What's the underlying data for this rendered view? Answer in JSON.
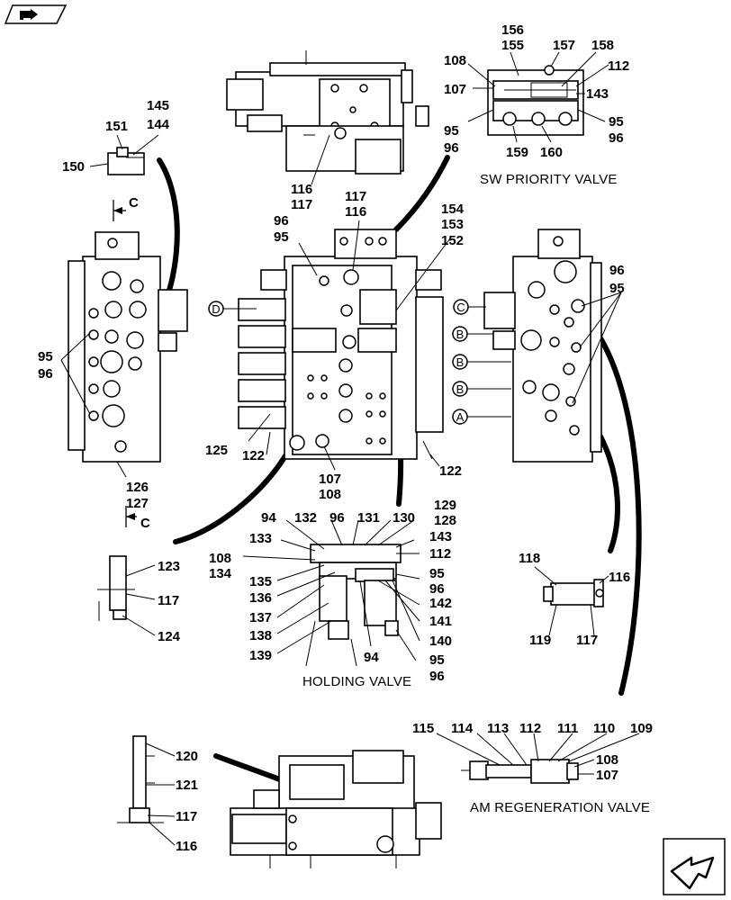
{
  "captions": {
    "sw_priority": "SW PRIORITY VALVE",
    "holding": "HOLDING VALVE",
    "am_regen": "AM REGENERATION VALVE"
  },
  "section_markers": {
    "top": "C",
    "bottom": "C"
  },
  "port_labels": {
    "d": "D",
    "c": "C",
    "b1": "B",
    "b2": "B",
    "b3": "B",
    "a": "A"
  },
  "callouts": {
    "sw": {
      "n156": "156",
      "n155": "155",
      "n157": "157",
      "n158": "158",
      "n108": "108",
      "n112": "112",
      "n107": "107",
      "n143": "143",
      "n95l": "95",
      "n96l": "96",
      "n95r": "95",
      "n96r": "96",
      "n159": "159",
      "n160": "160"
    },
    "top": {
      "n145": "145",
      "n144": "144",
      "n151": "151",
      "n150": "150",
      "n116": "116",
      "n117": "117"
    },
    "center": {
      "n117": "117",
      "n116": "116",
      "n96": "96",
      "n95": "95",
      "n154": "154",
      "n153": "153",
      "n152": "152",
      "n125": "125",
      "n122l": "122",
      "n107": "107",
      "n108": "108",
      "n122r": "122"
    },
    "left": {
      "n95": "95",
      "n96": "96",
      "n126": "126",
      "n127": "127"
    },
    "right": {
      "n96": "96",
      "n95": "95"
    },
    "holding": {
      "n129": "129",
      "n128": "128",
      "n94t": "94",
      "n132": "132",
      "n96t": "96",
      "n131": "131",
      "n130": "130",
      "n143": "143",
      "n133": "133",
      "n112": "112",
      "n108": "108",
      "n134": "134",
      "n95a": "95",
      "n96a": "96",
      "n135": "135",
      "n136": "136",
      "n142": "142",
      "n137": "137",
      "n141": "141",
      "n138": "138",
      "n140": "140",
      "n139": "139",
      "n94b": "94",
      "n95b": "95",
      "n96b": "96"
    },
    "small_left": {
      "n123": "123",
      "n117": "117",
      "n124": "124"
    },
    "small_right": {
      "n118": "118",
      "n116": "116",
      "n119": "119",
      "n117": "117"
    },
    "am": {
      "n115": "115",
      "n114": "114",
      "n113": "113",
      "n112": "112",
      "n111": "111",
      "n110": "110",
      "n109": "109",
      "n108": "108",
      "n107": "107"
    },
    "bottom_left": {
      "n120": "120",
      "n121": "121",
      "n117": "117",
      "n116": "116"
    }
  }
}
